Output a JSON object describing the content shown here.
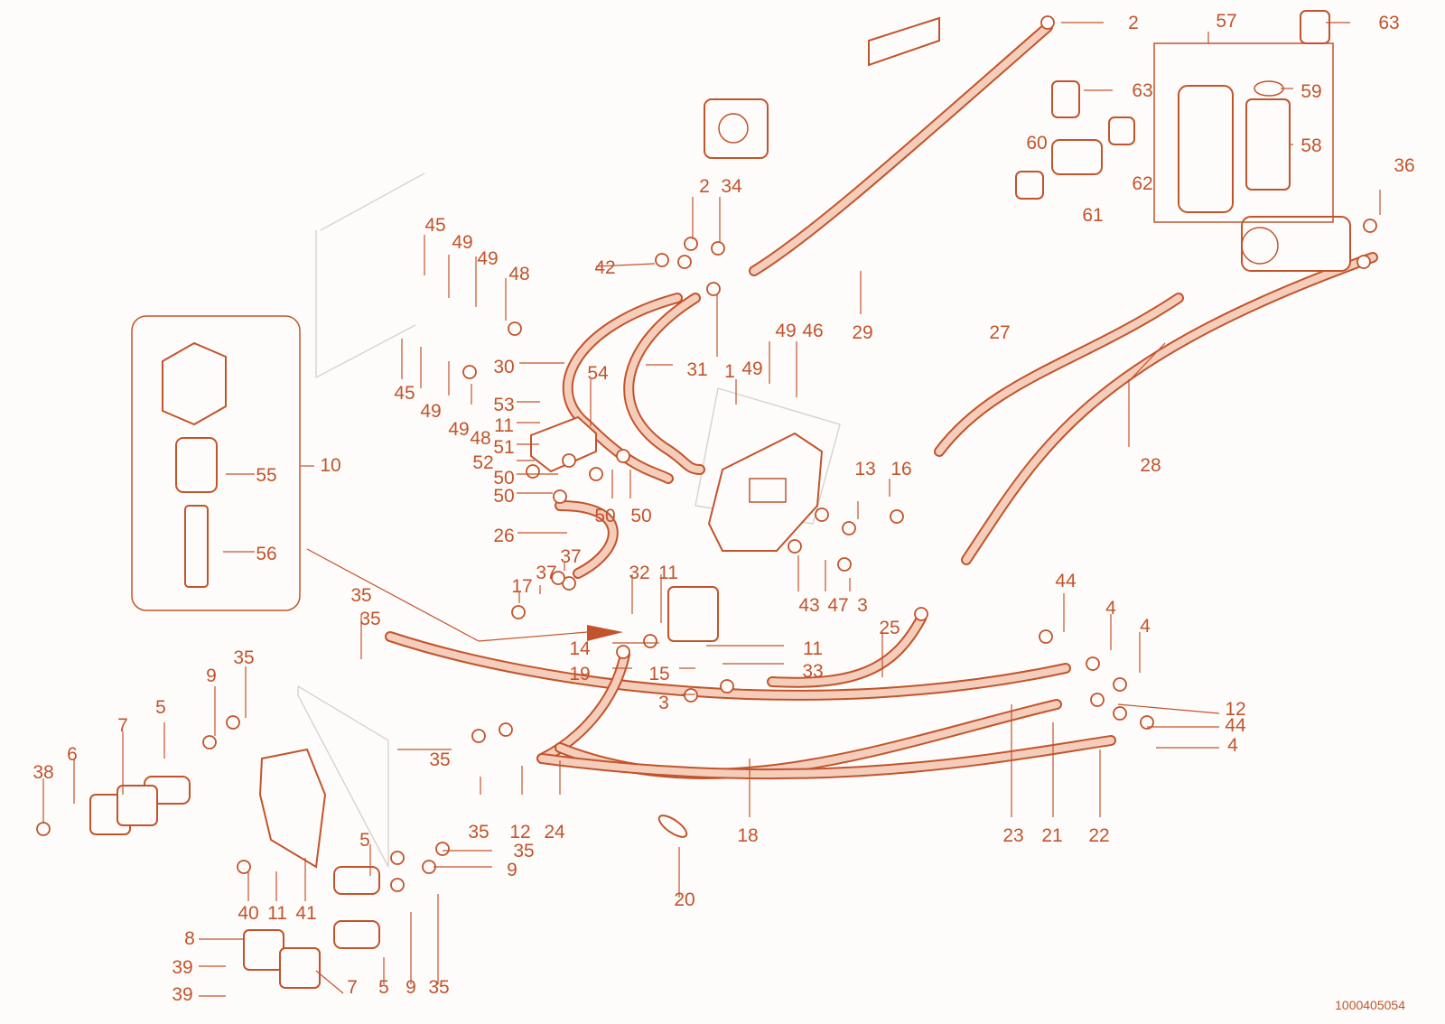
{
  "diagram": {
    "kind": "exploded hydraulic parts diagram",
    "line_color": "#c2542c",
    "hose_fill": "#f4cdbb",
    "ghost_color": "#d9d2cc",
    "background": "#fdfcfa",
    "document_number": "1000405054",
    "callouts": [
      "1",
      "2",
      "3",
      "4",
      "5",
      "6",
      "7",
      "8",
      "9",
      "10",
      "11",
      "12",
      "13",
      "14",
      "15",
      "16",
      "17",
      "18",
      "19",
      "20",
      "21",
      "22",
      "23",
      "24",
      "25",
      "26",
      "27",
      "28",
      "29",
      "30",
      "31",
      "32",
      "33",
      "34",
      "35",
      "36",
      "37",
      "38",
      "39",
      "40",
      "41",
      "42",
      "43",
      "44",
      "45",
      "46",
      "47",
      "48",
      "49",
      "50",
      "51",
      "52",
      "53",
      "54",
      "55",
      "56",
      "57",
      "58",
      "59",
      "60",
      "61",
      "62",
      "63"
    ]
  }
}
